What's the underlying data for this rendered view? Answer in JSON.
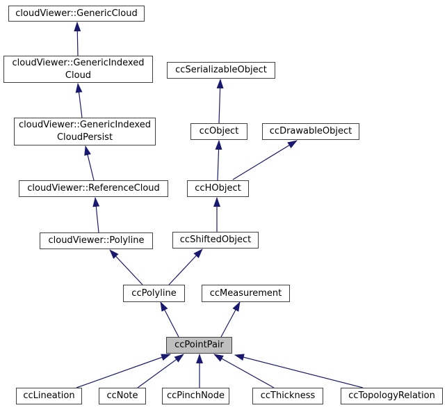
{
  "diagram": {
    "type": "inheritance-graph",
    "highlighted_node": "ccPointPair",
    "colors": {
      "background": "#ffffff",
      "edge": "#191970",
      "node_border": "#404040",
      "node_fill": "#ffffff",
      "highlight_fill": "#bfbfbf",
      "text": "#000000"
    },
    "nodes": [
      {
        "id": "cloudviewer-genericcloud",
        "line1": "cloudViewer::GenericCloud"
      },
      {
        "id": "cloudviewer-genericindexedcloud",
        "line1": "cloudViewer::GenericIndexed",
        "line2": "Cloud"
      },
      {
        "id": "ccserializableobject",
        "line1": "ccSerializableObject"
      },
      {
        "id": "cloudviewer-genericindexedcloudpersist",
        "line1": "cloudViewer::GenericIndexed",
        "line2": "CloudPersist"
      },
      {
        "id": "ccobject",
        "line1": "ccObject"
      },
      {
        "id": "ccdrawableobject",
        "line1": "ccDrawableObject"
      },
      {
        "id": "cloudviewer-referencecloud",
        "line1": "cloudViewer::ReferenceCloud"
      },
      {
        "id": "cchobject",
        "line1": "ccHObject"
      },
      {
        "id": "cloudviewer-polyline",
        "line1": "cloudViewer::Polyline"
      },
      {
        "id": "ccshiftedobject",
        "line1": "ccShiftedObject"
      },
      {
        "id": "ccpolyline",
        "line1": "ccPolyline"
      },
      {
        "id": "ccmeasurement",
        "line1": "ccMeasurement"
      },
      {
        "id": "ccpointpair",
        "line1": "ccPointPair",
        "highlight": true
      },
      {
        "id": "cclineation",
        "line1": "ccLineation"
      },
      {
        "id": "ccnote",
        "line1": "ccNote"
      },
      {
        "id": "ccpinchnode",
        "line1": "ccPinchNode"
      },
      {
        "id": "ccthickness",
        "line1": "ccThickness"
      },
      {
        "id": "cctopologyrelation",
        "line1": "ccTopologyRelation"
      }
    ],
    "edges": [
      {
        "from": "cloudViewer::GenericIndexedCloud",
        "to": "cloudViewer::GenericCloud"
      },
      {
        "from": "cloudViewer::GenericIndexedCloudPersist",
        "to": "cloudViewer::GenericIndexedCloud"
      },
      {
        "from": "cloudViewer::ReferenceCloud",
        "to": "cloudViewer::GenericIndexedCloudPersist"
      },
      {
        "from": "cloudViewer::Polyline",
        "to": "cloudViewer::ReferenceCloud"
      },
      {
        "from": "ccObject",
        "to": "ccSerializableObject"
      },
      {
        "from": "ccHObject",
        "to": "ccObject"
      },
      {
        "from": "ccHObject",
        "to": "ccDrawableObject"
      },
      {
        "from": "ccShiftedObject",
        "to": "ccHObject"
      },
      {
        "from": "ccPolyline",
        "to": "cloudViewer::Polyline"
      },
      {
        "from": "ccPolyline",
        "to": "ccShiftedObject"
      },
      {
        "from": "ccPointPair",
        "to": "ccPolyline"
      },
      {
        "from": "ccPointPair",
        "to": "ccMeasurement"
      },
      {
        "from": "ccLineation",
        "to": "ccPointPair"
      },
      {
        "from": "ccNote",
        "to": "ccPointPair"
      },
      {
        "from": "ccPinchNode",
        "to": "ccPointPair"
      },
      {
        "from": "ccThickness",
        "to": "ccPointPair"
      },
      {
        "from": "ccTopologyRelation",
        "to": "ccPointPair"
      }
    ]
  }
}
